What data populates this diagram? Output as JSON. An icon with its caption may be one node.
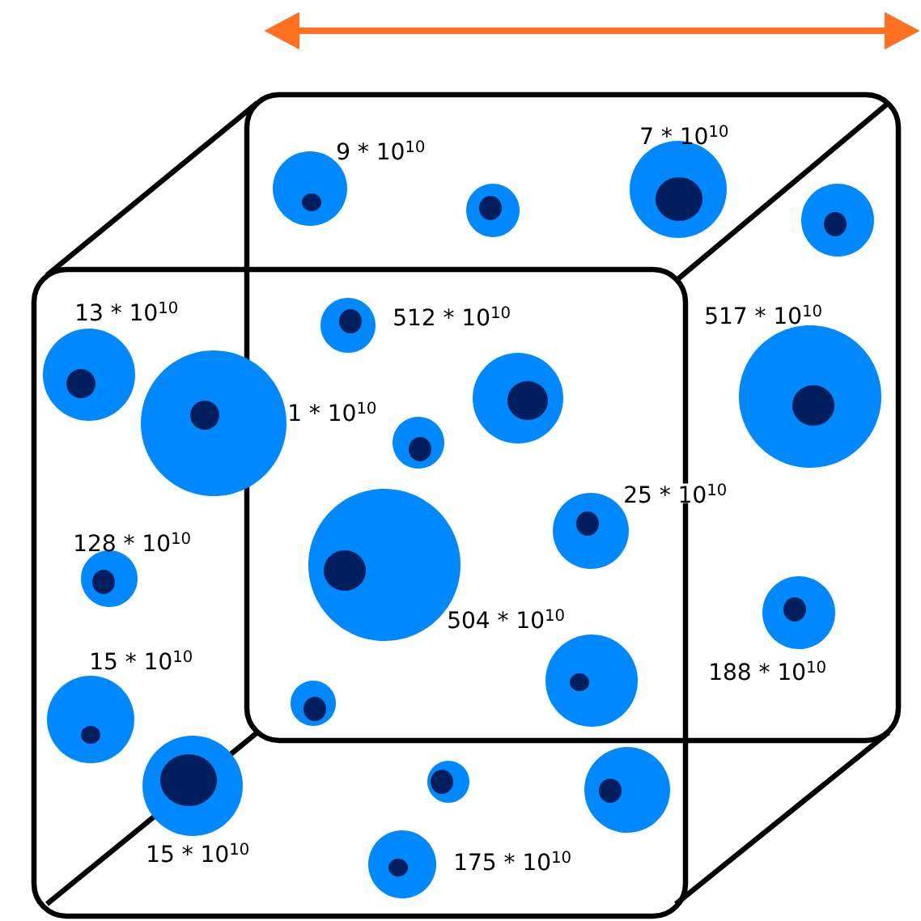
{
  "diagram": {
    "labels": [
      "7 * 10$^{10}$",
      "9 * 10$^{10}$",
      "13 * 10$^{10}$",
      "512 * 10$^{10}$",
      "517 * 10$^{10}$",
      "1 * 10$^{10}$",
      "25 * 10$^{10}$",
      "128 * 10$^{10}$",
      "504 * 10$^{10}$",
      "15 * 10$^{10}$",
      "188 * 10$^{10}$",
      "15 * 10$^{10}$",
      "175 * 10$^{10}$"
    ]
  }
}
